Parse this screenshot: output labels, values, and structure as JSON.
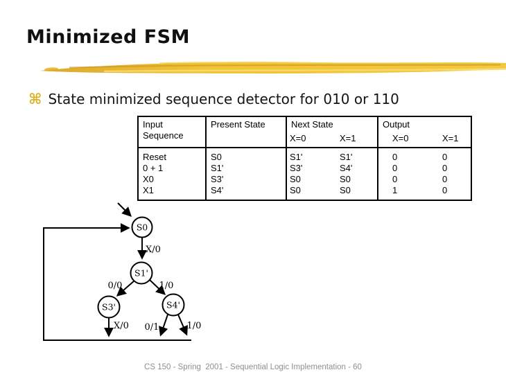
{
  "title": "Minimized FSM",
  "bullet": {
    "glyph": "⌘",
    "text": "State minimized sequence detector for 010 or 110"
  },
  "table": {
    "header": {
      "input_line1": "Input",
      "input_line2": "Sequence",
      "present_state": "Present State",
      "next_state": "Next State",
      "output": "Output",
      "x0": "X=0",
      "x1": "X=1"
    },
    "rows": [
      {
        "input": "Reset",
        "present": "S0",
        "next_x0": "S1'",
        "next_x1": "S1'",
        "out_x0": "0",
        "out_x1": "0"
      },
      {
        "input": "0 + 1",
        "present": "S1'",
        "next_x0": "S3'",
        "next_x1": "S4'",
        "out_x0": "0",
        "out_x1": "0"
      },
      {
        "input": "X0",
        "present": "S3'",
        "next_x0": "S0",
        "next_x1": "S0",
        "out_x0": "0",
        "out_x1": "0"
      },
      {
        "input": "X1",
        "present": "S4'",
        "next_x0": "S0",
        "next_x1": "S0",
        "out_x0": "1",
        "out_x1": "0"
      }
    ]
  },
  "diagram": {
    "states": [
      {
        "label": "S0"
      },
      {
        "label": "S1'"
      },
      {
        "label": "S3'"
      },
      {
        "label": "S4'"
      }
    ],
    "transitions": {
      "s0_to_s1": "X/0",
      "s1_to_s3": "0/0",
      "s1_to_s4": "1/0",
      "s3_to_s0": "X/0",
      "s4_to_s0_a": "0/1",
      "s4_to_s0_b": "1/0"
    }
  },
  "footer": "CS 150 - Spring  2001 - Sequential Logic Implementation - 60",
  "colors": {
    "accent_gold": "#f0c135",
    "accent_gold_dark": "#d9a52c",
    "accent_gold_light": "#f8dc72",
    "bullet_gold": "#d9b324",
    "footer_gray": "#8e8e8e"
  }
}
